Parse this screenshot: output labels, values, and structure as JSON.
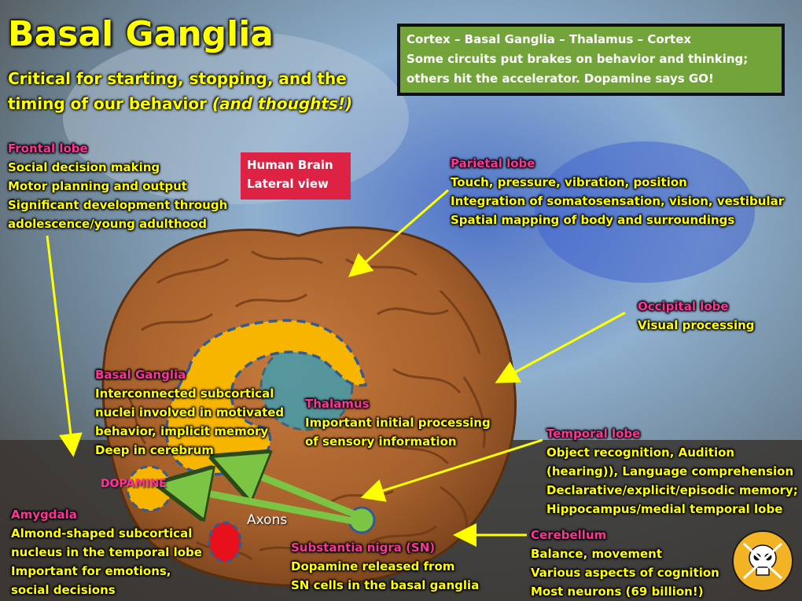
{
  "title": "Basal Ganglia",
  "subtitle": {
    "line1": "Critical for starting, stopping, and the",
    "line2_plain": "timing of our behavior ",
    "line2_italic": "(and thoughts!)"
  },
  "circuit_box": {
    "line1": "Cortex – Basal Ganglia – Thalamus – Cortex",
    "line2": "Some circuits put brakes on behavior and thinking;",
    "line3": "others hit the accelerator. Dopamine says GO!"
  },
  "brain_view": {
    "line1": "Human Brain",
    "line2": "Lateral view"
  },
  "frontal": {
    "heading": "Frontal lobe",
    "lines": [
      "Social decision making",
      "Motor planning and output",
      "Significant development through",
      "adolescence/young adulthood"
    ]
  },
  "parietal": {
    "heading": "Parietal lobe",
    "lines": [
      "Touch, pressure, vibration, position",
      "Integration of somatosensation, vision, vestibular",
      "Spatial mapping of body and surroundings"
    ]
  },
  "occipital": {
    "heading": "Occipital lobe",
    "lines": [
      "Visual processing"
    ]
  },
  "basal_ganglia": {
    "heading": "Basal Ganglia",
    "lines": [
      "Interconnected subcortical",
      "nuclei involved in motivated",
      "behavior, implicit memory",
      "Deep in cerebrum"
    ]
  },
  "thalamus": {
    "heading": "Thalamus",
    "lines": [
      "Important initial processing",
      "of sensory information"
    ]
  },
  "temporal": {
    "heading": "Temporal lobe",
    "lines": [
      "Object recognition, Audition",
      "(hearing)), Language comprehension",
      "Declarative/explicit/episodic memory;",
      "Hippocampus/medial temporal lobe"
    ]
  },
  "amygdala": {
    "heading": "Amygdala",
    "lines": [
      "Almond-shaped subcortical",
      "nucleus in the temporal lobe",
      "Important for emotions,",
      "social decisions"
    ]
  },
  "substantia_nigra": {
    "heading": "Substantia nigra (SN)",
    "lines": [
      "Dopamine released from",
      "SN cells in the basal ganglia"
    ]
  },
  "cerebellum": {
    "heading": "Cerebellum",
    "lines": [
      "Balance, movement",
      "Various aspects of cognition",
      "Most neurons (69 billion!)"
    ]
  },
  "dopamine_label": "DOPAMINE",
  "axons_label": "Axons",
  "colors": {
    "title": "#ffff00",
    "heading": "#ff3399",
    "circuit_box": "#73a43a",
    "view_box": "#dd2244",
    "basal_ganglia": "#f7b500",
    "thalamus": "#3a9fb5",
    "axon_arrow": "#7cc444"
  }
}
